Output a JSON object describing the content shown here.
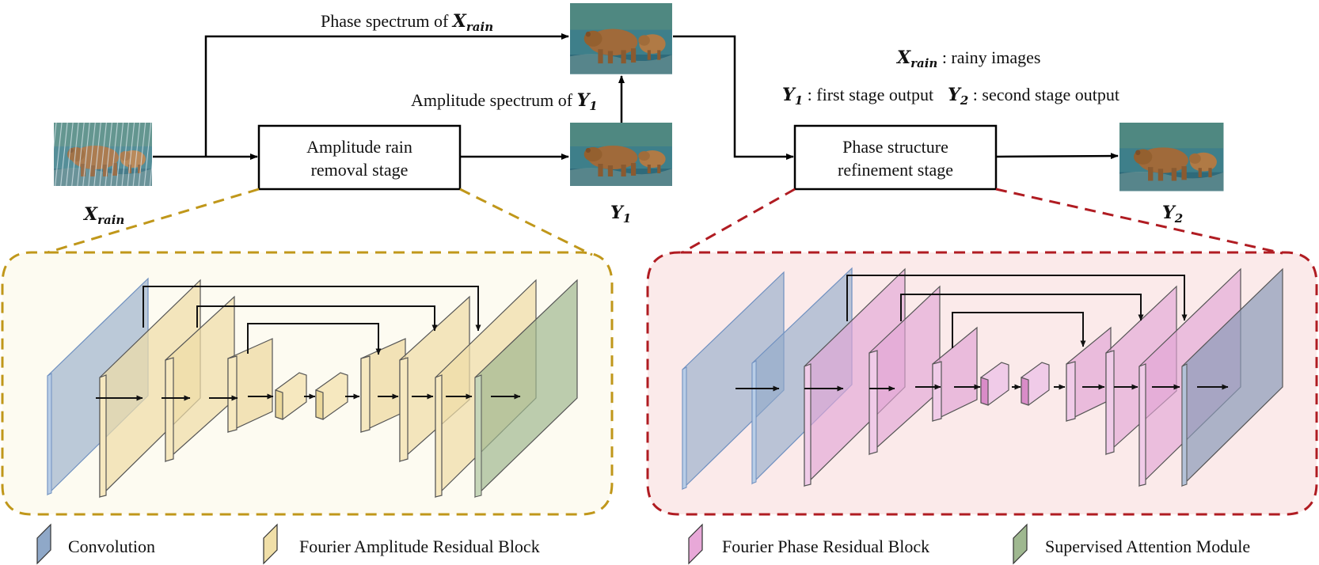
{
  "variables": {
    "x_main": "X",
    "x_sub": "rain",
    "y1_main": "Y",
    "y1_sub": "1",
    "y2_main": "Y",
    "y2_sub": "2"
  },
  "labels": {
    "phase_spectrum_prefix": "Phase spectrum of ",
    "amplitude_spectrum_prefix": "Amplitude spectrum of "
  },
  "stages": {
    "amplitude_line1": "Amplitude rain",
    "amplitude_line2": "removal stage",
    "phase_line1": "Phase structure",
    "phase_line2": "refinement stage"
  },
  "notes": {
    "x_rain_desc": " : rainy images",
    "y1_desc": " : first stage output",
    "y2_desc": " : second stage output"
  },
  "legend": {
    "convolution": "Convolution",
    "fourier_amplitude": "Fourier Amplitude Residual Block",
    "fourier_phase": "Fourier Phase Residual Block",
    "supervised_attention": "Supervised Attention Module"
  },
  "colors": {
    "convolution": "#8fa8c8",
    "fourier_amplitude": "#f0dfa8",
    "fourier_phase": "#e8a8d8",
    "supervised_attention": "#9fb890",
    "amplitude_border": "#c0971a",
    "phase_border": "#b01c22",
    "amplitude_panel": "#fdfbf1",
    "phase_panel": "#fbeaea"
  }
}
